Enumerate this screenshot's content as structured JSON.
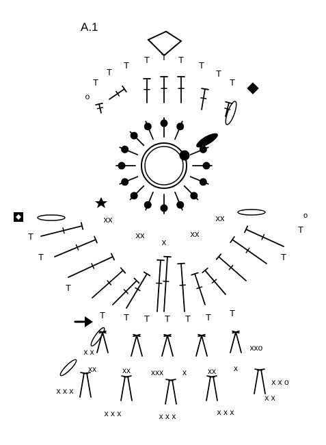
{
  "diagram": {
    "title": "A.1",
    "ink_color": "#000000",
    "background_color": "#ffffff",
    "symbols": {
      "chain_stitch": "dot",
      "slip_stitch": "o",
      "single_crochet": "x",
      "half_double_crochet": "T",
      "double_crochet": "T-bar",
      "picot": "ellipse",
      "start_row": "arrow-icon",
      "marker_star": "star-icon",
      "marker_diamond": "diamond-icon",
      "marker_diamond_box": "diamond-box-icon"
    }
  }
}
